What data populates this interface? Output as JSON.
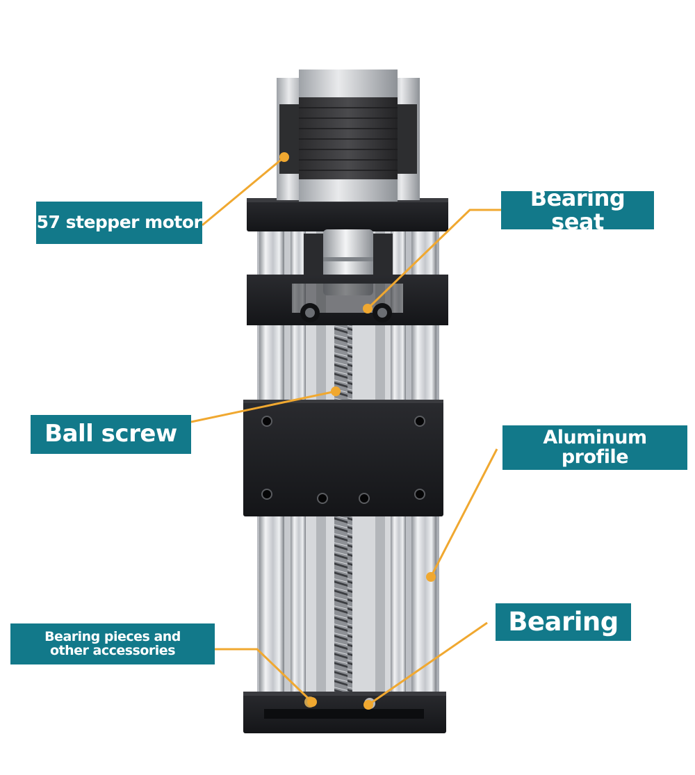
{
  "labels": {
    "motor": "57 stepper motor",
    "bearing_seat": "Bearing seat",
    "ball_screw": "Ball screw",
    "aluminum_line1": "Aluminum",
    "aluminum_line2": "profile",
    "bearing": "Bearing",
    "pieces_line1": "Bearing pieces and",
    "pieces_line2": "other accessories"
  },
  "colors": {
    "label_bg": "#12798a",
    "label_text": "#ffffff",
    "leader_line": "#f0a830",
    "block_dark": "#1e1f22",
    "rail_silver": "#c9ccd1"
  }
}
